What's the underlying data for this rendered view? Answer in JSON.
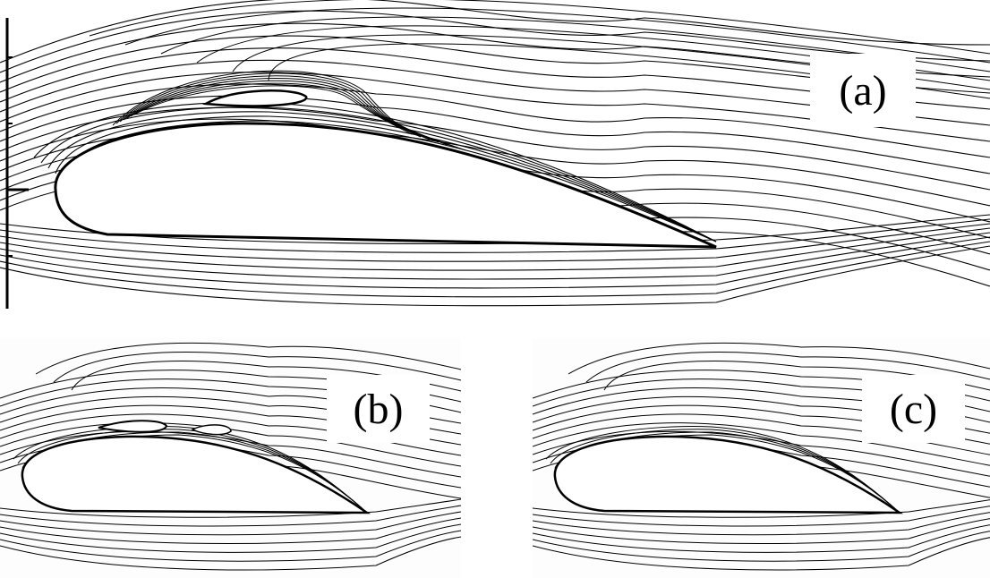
{
  "panels": [
    {
      "id": "a",
      "label": "(a)"
    },
    {
      "id": "b",
      "label": "(b)"
    },
    {
      "id": "c",
      "label": "(c)"
    }
  ],
  "colors": {
    "streamline": "#000000",
    "airfoil_fill": "#ffffff",
    "background": "#ffffff"
  }
}
